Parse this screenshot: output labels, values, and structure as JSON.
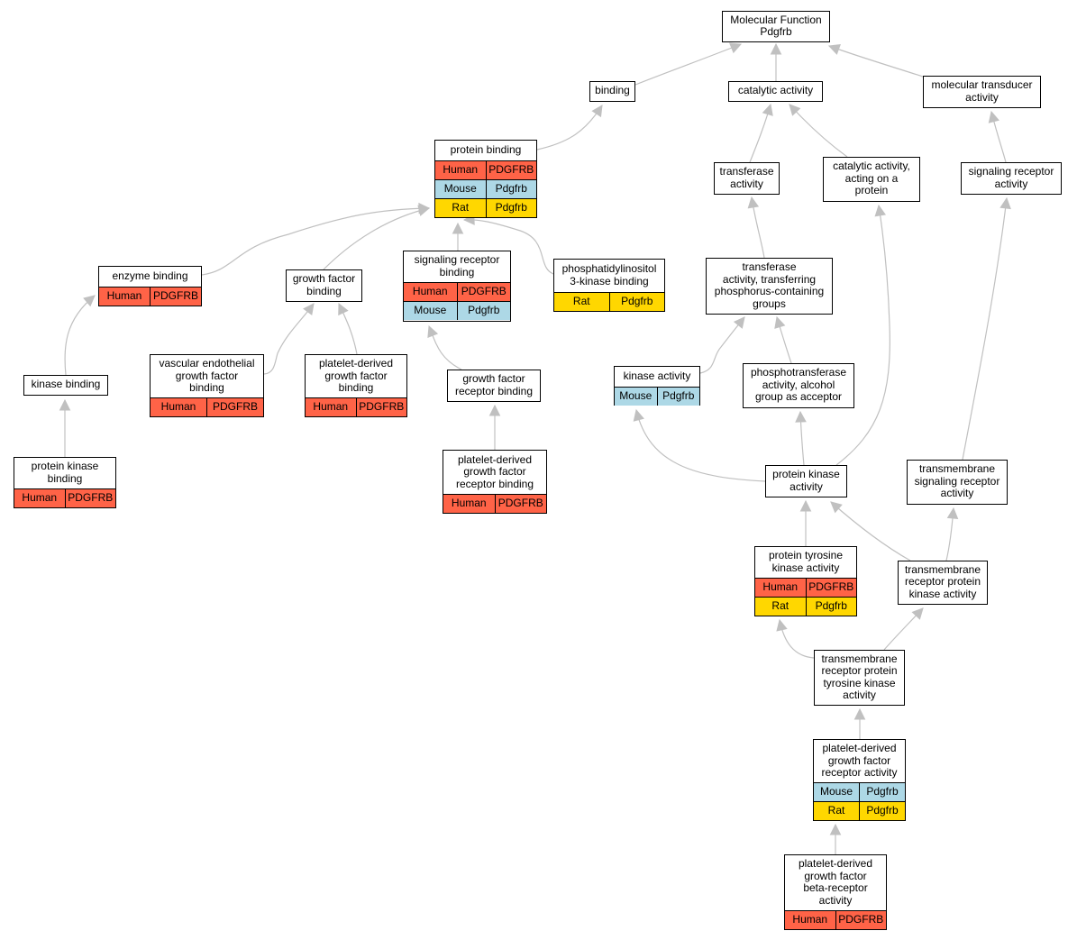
{
  "nodes": {
    "mf": {
      "title": "Molecular Function\nPdgfrb",
      "rows": []
    },
    "binding": {
      "title": "binding",
      "rows": []
    },
    "catalytic": {
      "title": "catalytic activity",
      "rows": []
    },
    "mtransducer": {
      "title": "molecular transducer\nactivity",
      "rows": []
    },
    "protbind": {
      "title": "protein binding",
      "rows": [
        [
          "Human",
          "PDGFRB"
        ],
        [
          "Mouse",
          "Pdgfrb"
        ],
        [
          "Rat",
          "Pdgfrb"
        ]
      ]
    },
    "transferase": {
      "title": "transferase\nactivity",
      "rows": []
    },
    "catprot": {
      "title": "catalytic activity,\nacting on a\nprotein",
      "rows": []
    },
    "sigrec": {
      "title": "signaling receptor\nactivity",
      "rows": []
    },
    "enzbind": {
      "title": "enzyme binding",
      "rows": [
        [
          "Human",
          "PDGFRB"
        ]
      ]
    },
    "gfbind": {
      "title": "growth factor\nbinding",
      "rows": []
    },
    "sigrecbind": {
      "title": "signaling receptor\nbinding",
      "rows": [
        [
          "Human",
          "PDGFRB"
        ],
        [
          "Mouse",
          "Pdgfrb"
        ]
      ]
    },
    "pi3k": {
      "title": "phosphatidylinositol\n3-kinase binding",
      "rows": [
        [
          "Rat",
          "Pdgfrb"
        ]
      ]
    },
    "transphos": {
      "title": "transferase\nactivity, transferring\nphosphorus-containing\ngroups",
      "rows": []
    },
    "kinbind": {
      "title": "kinase binding",
      "rows": []
    },
    "vegfbind": {
      "title": "vascular endothelial\ngrowth factor\nbinding",
      "rows": [
        [
          "Human",
          "PDGFRB"
        ]
      ]
    },
    "pdgfbind": {
      "title": "platelet-derived\ngrowth factor\nbinding",
      "rows": [
        [
          "Human",
          "PDGFRB"
        ]
      ]
    },
    "gfrecbind": {
      "title": "growth factor\nreceptor binding",
      "rows": []
    },
    "kinact": {
      "title": "kinase activity",
      "rows": [
        [
          "Mouse",
          "Pdgfrb"
        ]
      ]
    },
    "phosalc": {
      "title": "phosphotransferase\nactivity, alcohol\ngroup as acceptor",
      "rows": []
    },
    "protkinbind": {
      "title": "protein kinase\nbinding",
      "rows": [
        [
          "Human",
          "PDGFRB"
        ]
      ]
    },
    "pdgfrecbind": {
      "title": "platelet-derived\ngrowth factor\nreceptor binding",
      "rows": [
        [
          "Human",
          "PDGFRB"
        ]
      ]
    },
    "protkin": {
      "title": "protein kinase\nactivity",
      "rows": []
    },
    "tmsigrec": {
      "title": "transmembrane\nsignaling receptor\nactivity",
      "rows": []
    },
    "ptk": {
      "title": "protein tyrosine\nkinase activity",
      "rows": [
        [
          "Human",
          "PDGFRB"
        ],
        [
          "Rat",
          "Pdgfrb"
        ]
      ]
    },
    "tmrpk": {
      "title": "transmembrane\nreceptor protein\nkinase activity",
      "rows": []
    },
    "tmrptk": {
      "title": "transmembrane\nreceptor protein\ntyrosine kinase\nactivity",
      "rows": []
    },
    "pdgfrec": {
      "title": "platelet-derived\ngrowth factor\nreceptor activity",
      "rows": [
        [
          "Mouse",
          "Pdgfrb"
        ],
        [
          "Rat",
          "Pdgfrb"
        ]
      ]
    },
    "pdgfbeta": {
      "title": "platelet-derived\ngrowth factor\nbeta-receptor\nactivity",
      "rows": [
        [
          "Human",
          "PDGFRB"
        ]
      ]
    }
  },
  "colors": {
    "Human": "#ff6347",
    "Mouse": "#add8e6",
    "Rat": "#ffd700",
    "edge": "#c0c0c0"
  }
}
